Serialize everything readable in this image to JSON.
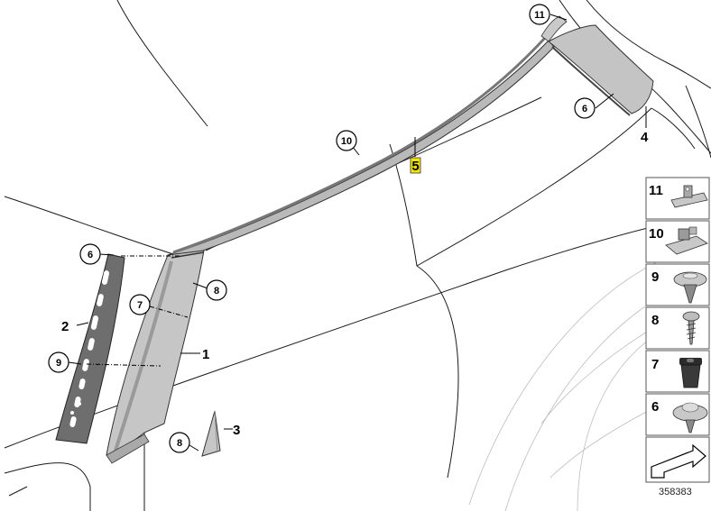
{
  "callouts": {
    "c11": "11",
    "c6_top": "6",
    "c10": "10",
    "c6_left": "6",
    "c7": "7",
    "c8_pillar": "8",
    "c9": "9",
    "c8_small": "8"
  },
  "labels": {
    "l4": "4",
    "l5": "5",
    "l2": "2",
    "l1": "1",
    "l3": "3"
  },
  "legend": [
    {
      "number": "11",
      "part": "clip"
    },
    {
      "number": "10",
      "part": "clamp"
    },
    {
      "number": "9",
      "part": "expanding-rivet"
    },
    {
      "number": "8",
      "part": "screw"
    },
    {
      "number": "7",
      "part": "grommet"
    },
    {
      "number": "6",
      "part": "push-clip"
    }
  ],
  "diagram_ref": "358383",
  "colors": {
    "highlight": "#f2e600",
    "trim_grey": "#c8c8c8",
    "strip_dark": "#7a7a7a",
    "legend_border": "#555555"
  }
}
